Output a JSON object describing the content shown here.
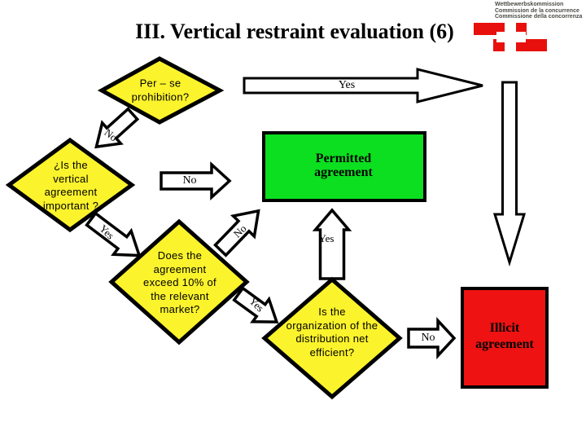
{
  "title": "III. Vertical restraint evaluation (6)",
  "logo": {
    "org_lines": "Wettbewerbskommission\nCommission de la concurrence\nCommissione della concorrenza"
  },
  "colors": {
    "node_yellow": "#FBF32C",
    "permitted_green": "#0BDF1F",
    "illicit_red": "#EE1212",
    "arrow_white": "#FFFFFF",
    "logo_red": "#E8100C"
  },
  "nodes": {
    "per_se": "Per – se\nprohibition?",
    "importance": "¿Is the\nvertical\nagreement\nimportant ?",
    "exceed_10pct": "Does the\nagreement\nexceed 10% of\nthe relevant\nmarket?",
    "distribution_efficient": "Is the\norganization of the\ndistribution net\nefficient?",
    "permitted": "Permitted\nagreement",
    "illicit": "Illicit\nagreement"
  },
  "edges": {
    "per_se_yes": "Yes",
    "per_se_no": "No",
    "importance_no": "No",
    "importance_yes": "Yes",
    "exceed_no": "No",
    "exceed_yes": "Yes",
    "efficient_yes": "Yes",
    "efficient_no": "No"
  }
}
